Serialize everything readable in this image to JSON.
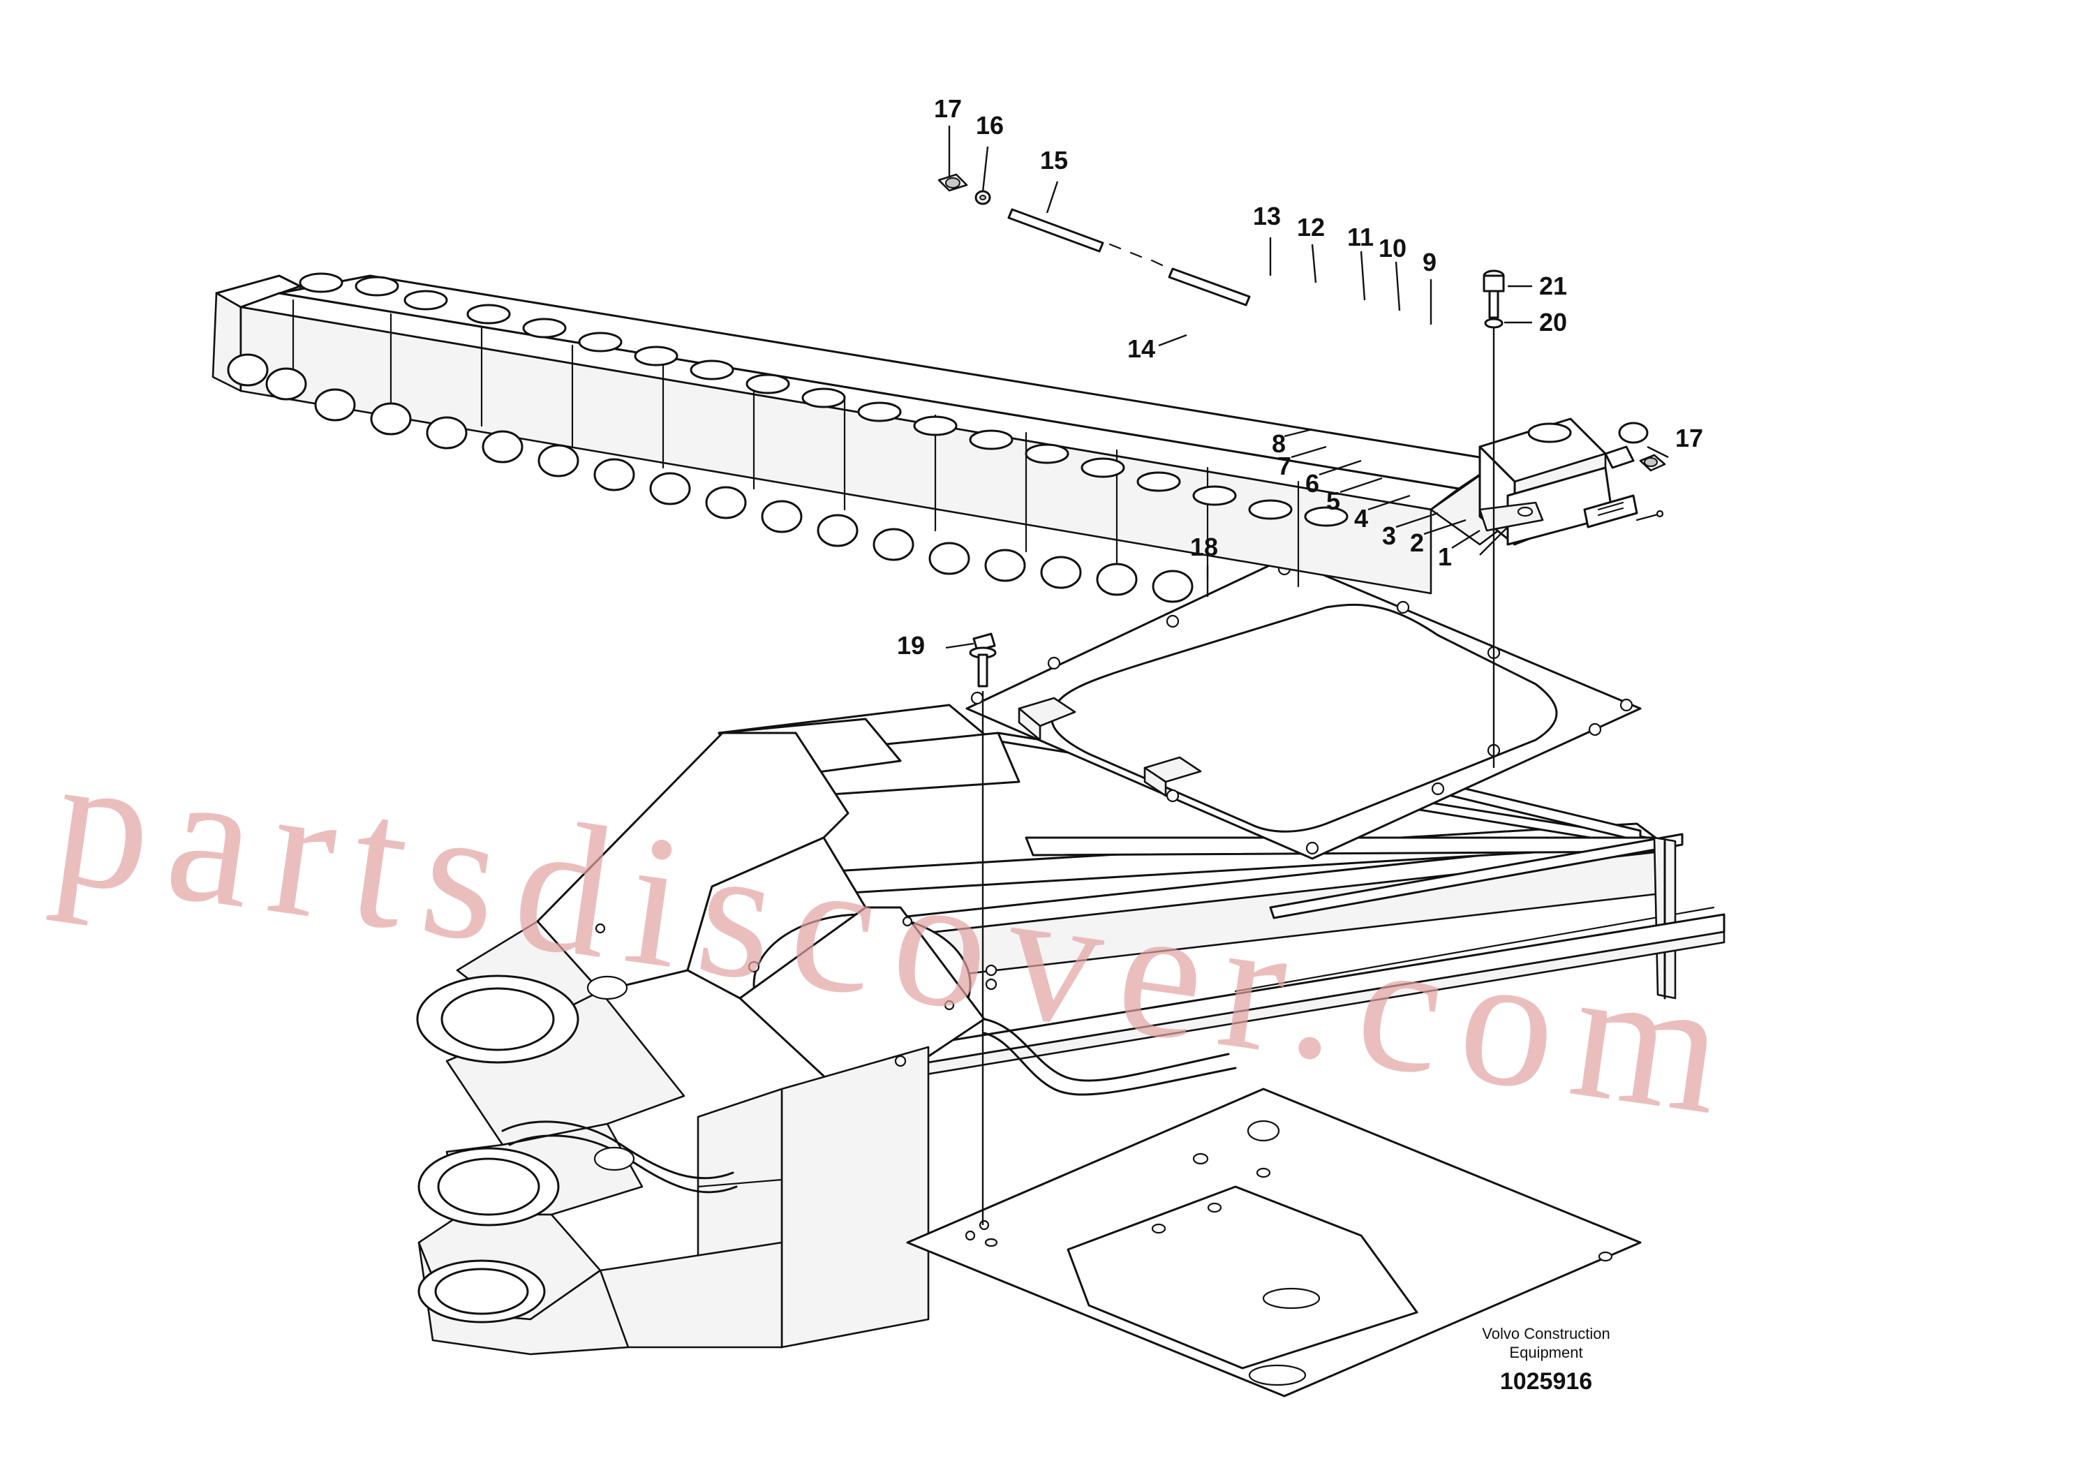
{
  "watermark": {
    "text": "partsdiscover.com"
  },
  "callouts": [
    {
      "id": "c1",
      "label": "1"
    },
    {
      "id": "c2",
      "label": "2"
    },
    {
      "id": "c3",
      "label": "3"
    },
    {
      "id": "c4",
      "label": "4"
    },
    {
      "id": "c5",
      "label": "5"
    },
    {
      "id": "c6",
      "label": "6"
    },
    {
      "id": "c7",
      "label": "7"
    },
    {
      "id": "c8",
      "label": "8"
    },
    {
      "id": "c9",
      "label": "9"
    },
    {
      "id": "c10",
      "label": "10"
    },
    {
      "id": "c11",
      "label": "11"
    },
    {
      "id": "c12",
      "label": "12"
    },
    {
      "id": "c13",
      "label": "13"
    },
    {
      "id": "c14",
      "label": "14"
    },
    {
      "id": "c15",
      "label": "15"
    },
    {
      "id": "c16",
      "label": "16"
    },
    {
      "id": "c17a",
      "label": "17"
    },
    {
      "id": "c17b",
      "label": "17"
    },
    {
      "id": "c18",
      "label": "18"
    },
    {
      "id": "c19",
      "label": "19"
    },
    {
      "id": "c20",
      "label": "20"
    },
    {
      "id": "c21",
      "label": "21"
    }
  ],
  "caption": {
    "line1": "Volvo Construction",
    "line2": "Equipment",
    "number": "1025916"
  }
}
